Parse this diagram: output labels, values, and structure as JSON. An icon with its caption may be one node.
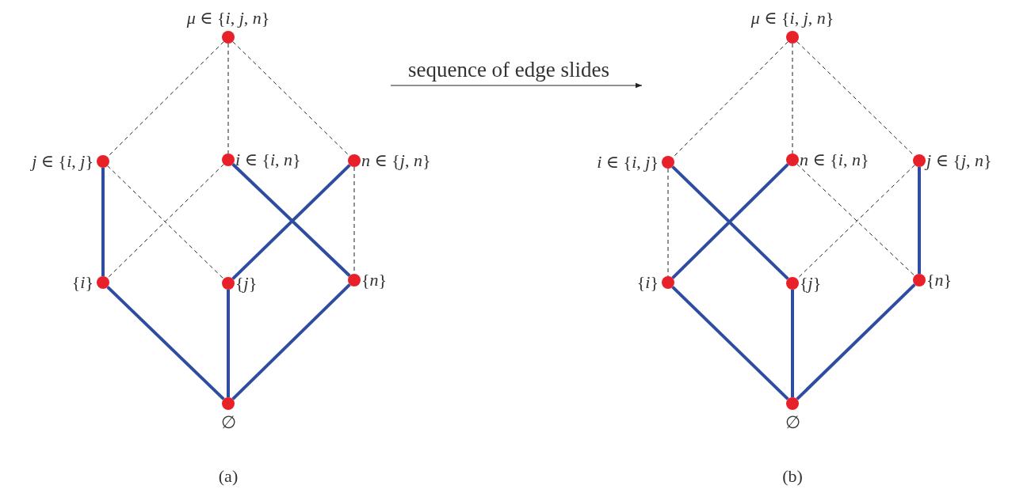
{
  "diagram": {
    "nodes": [
      {
        "text": [
          "*μ* ∈ {*i*, *j*, *n*}"
        ]
      },
      {
        "text": [
          "*j* ∈ {*i*, *j*}"
        ]
      },
      {
        "text": [
          "*i* ∈ {*i*, *n*}"
        ]
      },
      {
        "text": [
          "*n* ∈ {*j*, *n*}"
        ]
      },
      {
        "text": [
          "{*i*}"
        ]
      },
      {
        "text": [
          "{*j*}"
        ]
      },
      {
        "text": [
          "{*n*}"
        ]
      },
      {
        "text": [
          "∅"
        ]
      },
      {
        "text": [
          "*μ* ∈ {*i*, *j*, *n*}"
        ]
      },
      {
        "text": [
          "*i* ∈ {*i*, *j*}"
        ]
      },
      {
        "text": [
          "*n* ∈ {*i*, *n*}"
        ]
      },
      {
        "text": [
          "*j* ∈ {*j*, *n*}"
        ]
      },
      {
        "text": [
          "{*i*}"
        ]
      },
      {
        "text": [
          "{*j*}"
        ]
      },
      {
        "text": [
          "{*n*}"
        ]
      },
      {
        "text": [
          "∅"
        ]
      }
    ],
    "edges": [
      {
        "from": 0,
        "to": 1,
        "arrow": "none",
        "style": "dashed"
      },
      {
        "from": 0,
        "to": 2,
        "arrow": "none",
        "style": "dashed"
      },
      {
        "from": 0,
        "to": 3,
        "arrow": "none",
        "style": "dashed"
      },
      {
        "from": 1,
        "to": 4,
        "arrow": "none",
        "style": "thick",
        "color": "#2e4ca0"
      },
      {
        "from": 1,
        "to": 5,
        "arrow": "none",
        "style": "dashed"
      },
      {
        "from": 2,
        "to": 4,
        "arrow": "none",
        "style": "dashed"
      },
      {
        "from": 2,
        "to": 6,
        "arrow": "none",
        "style": "thick",
        "color": "#2e4ca0"
      },
      {
        "from": 3,
        "to": 5,
        "arrow": "none",
        "style": "thick",
        "color": "#2e4ca0"
      },
      {
        "from": 3,
        "to": 6,
        "arrow": "none",
        "style": "dashed"
      },
      {
        "from": 4,
        "to": 7,
        "arrow": "none",
        "style": "thick",
        "color": "#2e4ca0"
      },
      {
        "from": 5,
        "to": 7,
        "arrow": "none",
        "style": "thick",
        "color": "#2e4ca0"
      },
      {
        "from": 6,
        "to": 7,
        "arrow": "none",
        "style": "thick",
        "color": "#2e4ca0"
      },
      {
        "from": 8,
        "to": 9,
        "arrow": "none",
        "style": "dashed"
      },
      {
        "from": 8,
        "to": 10,
        "arrow": "none",
        "style": "dashed"
      },
      {
        "from": 8,
        "to": 11,
        "arrow": "none",
        "style": "dashed"
      },
      {
        "from": 9,
        "to": 12,
        "arrow": "none",
        "style": "dashed"
      },
      {
        "from": 9,
        "to": 13,
        "arrow": "none",
        "style": "thick",
        "color": "#2e4ca0"
      },
      {
        "from": 10,
        "to": 12,
        "arrow": "none",
        "style": "thick",
        "color": "#2e4ca0"
      },
      {
        "from": 10,
        "to": 14,
        "arrow": "none",
        "style": "dashed"
      },
      {
        "from": 11,
        "to": 13,
        "arrow": "none",
        "style": "dashed"
      },
      {
        "from": 11,
        "to": 14,
        "arrow": "none",
        "style": "thick",
        "color": "#2e4ca0"
      },
      {
        "from": 12,
        "to": 15,
        "arrow": "none",
        "style": "thick",
        "color": "#2e4ca0"
      },
      {
        "from": 13,
        "to": 15,
        "arrow": "none",
        "style": "thick",
        "color": "#2e4ca0"
      },
      {
        "from": 14,
        "to": 15,
        "arrow": "none",
        "style": "thick",
        "color": "#2e4ca0"
      }
    ],
    "labels": [
      "sequence of edge slides",
      "(a)",
      "(b)"
    ]
  }
}
